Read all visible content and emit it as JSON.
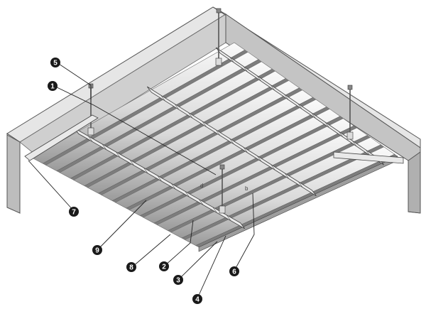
{
  "colors": {
    "wall_top": "#dcdcdc",
    "wall_face_left": "#c7c7c7",
    "wall_face_right": "#bcbcbc",
    "wall_edge": "#5a5a5a",
    "panel_light": "#f2f2f2",
    "panel_mid": "#c9c9c9",
    "panel_dark": "#8c8c8c",
    "carrier": "#e9e9e9",
    "hanger": "#6b6b6b",
    "callout_fill": "#1a1a1a",
    "callout_text": "#ffffff",
    "leader": "#222222"
  },
  "callouts": [
    {
      "id": "c1",
      "label": "1"
    },
    {
      "id": "c2",
      "label": "2"
    },
    {
      "id": "c3",
      "label": "3"
    },
    {
      "id": "c4",
      "label": "4"
    },
    {
      "id": "c5",
      "label": "5"
    },
    {
      "id": "c6",
      "label": "6"
    },
    {
      "id": "c7",
      "label": "7"
    },
    {
      "id": "c8",
      "label": "8"
    },
    {
      "id": "c9",
      "label": "9"
    }
  ]
}
